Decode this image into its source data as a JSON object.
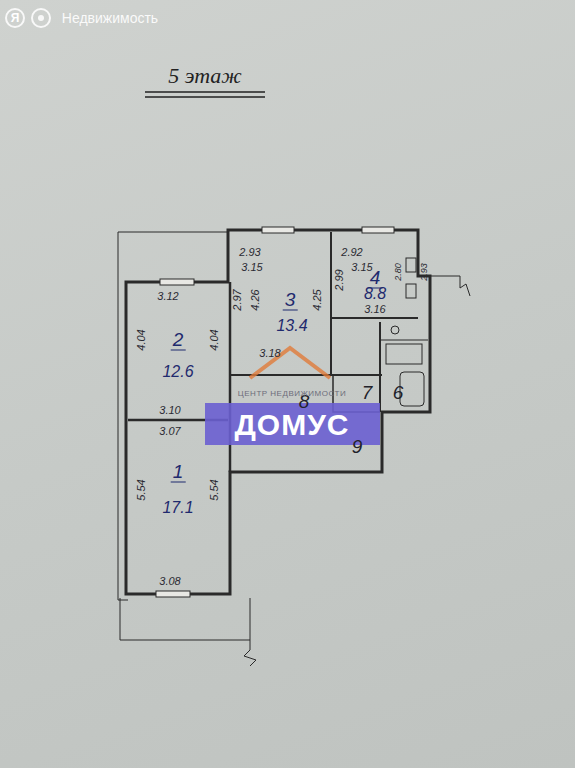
{
  "diagram": {
    "title": "5 этаж",
    "nodes": [
      {
        "text": [
          "3",
          "13.4"
        ]
      },
      {
        "text": [
          "4",
          "8.8"
        ]
      },
      {
        "text": [
          "2",
          "12.6"
        ]
      },
      {
        "text": [
          "7"
        ]
      },
      {
        "text": [
          "6"
        ]
      },
      {
        "text": [
          "8"
        ]
      },
      {
        "text": [
          "9"
        ]
      },
      {
        "text": [
          "1",
          "17.1"
        ]
      }
    ],
    "labels": [
      "Я",
      "Недвижимость",
      "3.12",
      "4.04",
      "4.04",
      "3.10",
      "3.07",
      "5.54",
      "5.54",
      "3.08",
      "2.93",
      "3.15",
      "2.97",
      "4.26",
      "4.25",
      "3.18",
      "2.92",
      "3.15",
      "2.99",
      "3.16",
      "2.80",
      "2.93",
      "ЦЕНТР НЕДВИЖИМОСТИ",
      "ДОМУС"
    ]
  }
}
